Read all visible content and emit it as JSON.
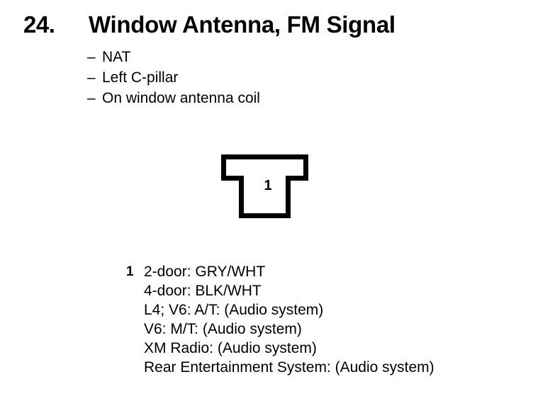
{
  "page": {
    "background_color": "#ffffff",
    "ink_color": "#000000"
  },
  "header": {
    "number": "24.",
    "title": "Window Antenna, FM Signal"
  },
  "notes": {
    "dash": "–",
    "items": [
      "NAT",
      "Left C-pillar",
      "On window antenna coil"
    ]
  },
  "connector": {
    "shape": "t-shaped-connector-outline",
    "cavity_label": "1"
  },
  "legend": {
    "rows": [
      {
        "marker": "1",
        "text": "2-door: GRY/WHT"
      },
      {
        "marker": "",
        "text": "4-door: BLK/WHT"
      },
      {
        "marker": "",
        "text": "L4; V6: A/T: (Audio system)"
      },
      {
        "marker": "",
        "text": "V6: M/T: (Audio system)"
      },
      {
        "marker": "",
        "text": "XM Radio: (Audio system)"
      },
      {
        "marker": "",
        "text": "Rear Entertainment System: (Audio system)"
      }
    ]
  }
}
